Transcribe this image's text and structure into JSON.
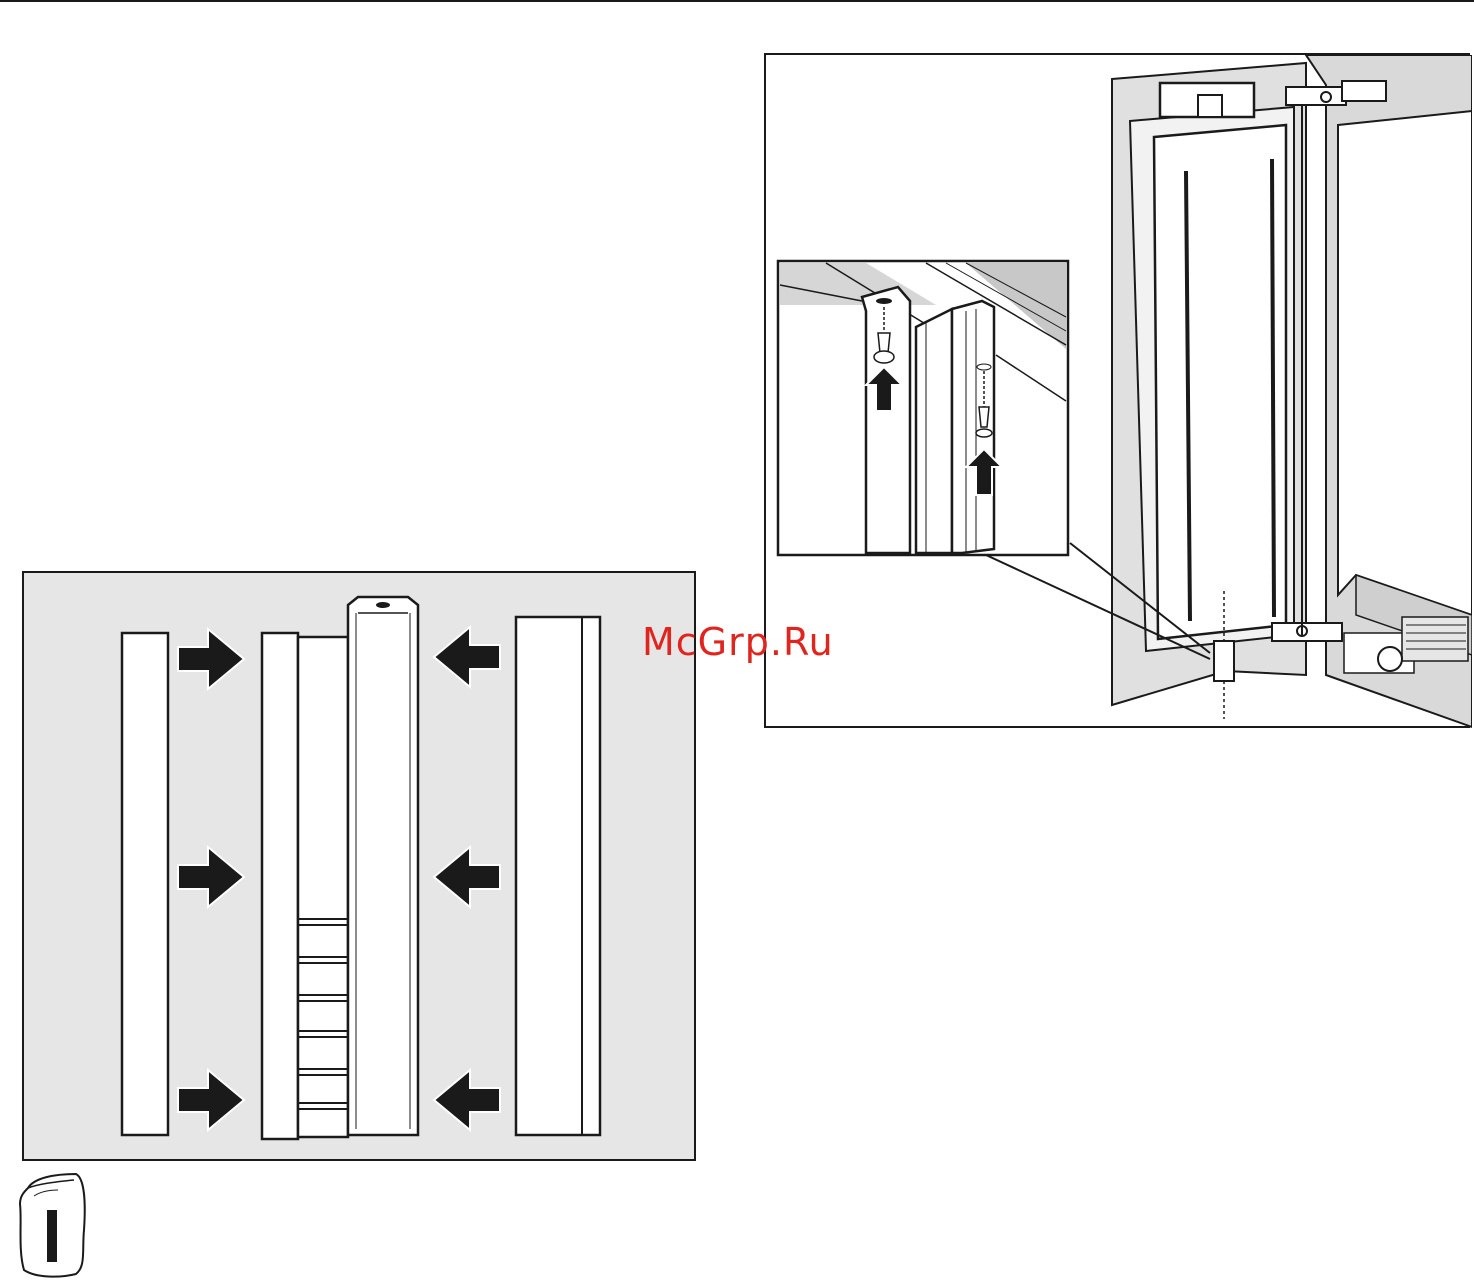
{
  "watermark": {
    "text": "McGrp.Ru",
    "color": "#e0251e"
  },
  "figures": {
    "left": {
      "content": "side-panel-assembly-diagram",
      "background": "#e6e6e6"
    },
    "right": {
      "content": "door-hinge-mounting-diagram"
    }
  },
  "icons": {
    "accessory_bag": "accessory-bag-icon"
  }
}
